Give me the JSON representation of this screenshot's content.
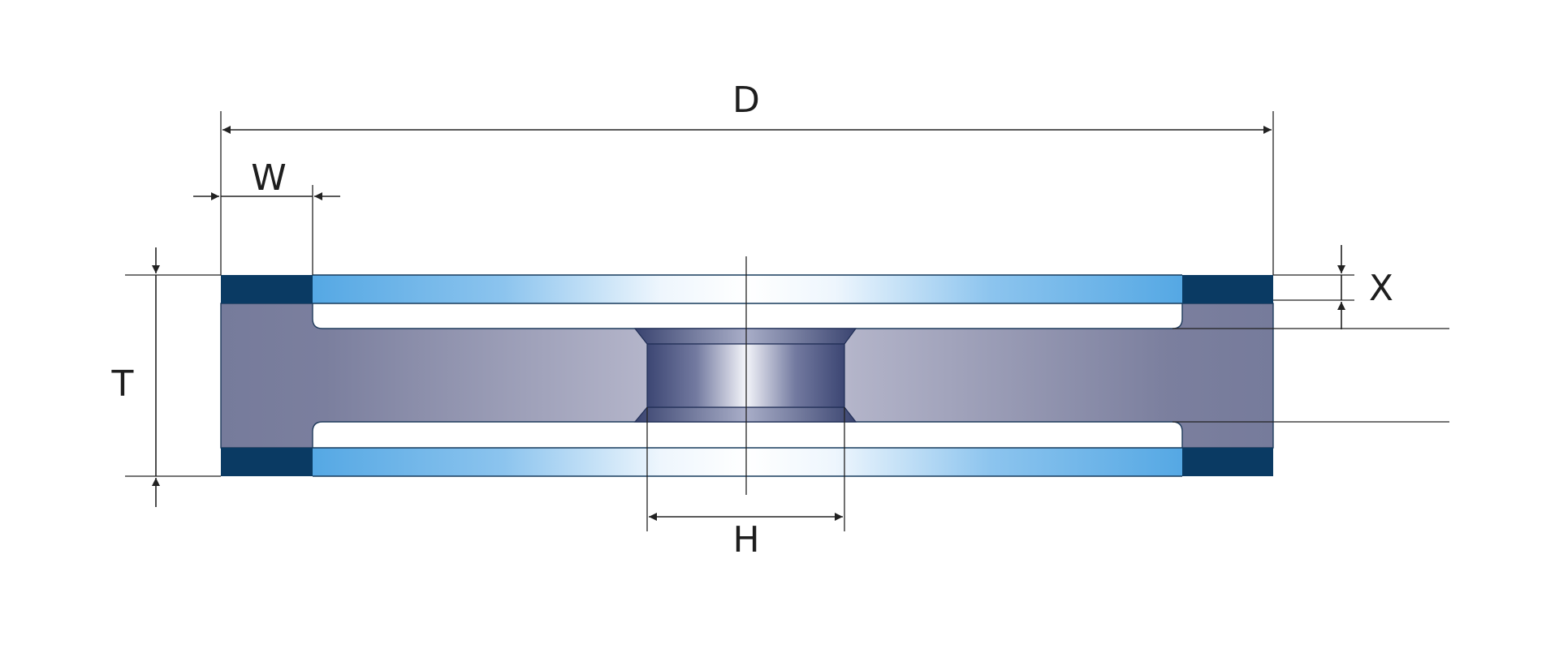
{
  "labels": {
    "diameter": "D",
    "rim_width": "W",
    "thickness": "T",
    "abrasive_layer": "X",
    "bore": "H"
  },
  "colors": {
    "body_dark": "#767b9b",
    "body_light": "#e4e5ee",
    "abrasive_blue": "#55a8e4",
    "abrasive_light": "#f4f9fd",
    "corner_navy": "#0a3a63",
    "bore_dark": "#3c4673",
    "dimension_line": "#222222"
  }
}
